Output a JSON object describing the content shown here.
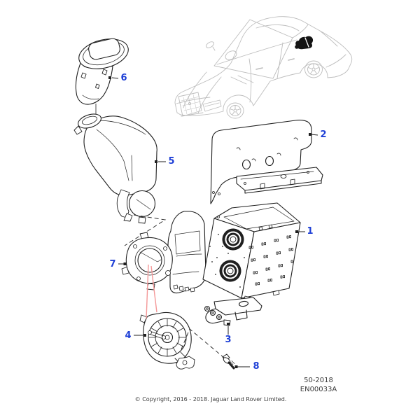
{
  "diagram": {
    "callouts": [
      {
        "label": "1"
      },
      {
        "label": "2"
      },
      {
        "label": "3"
      },
      {
        "label": "4"
      },
      {
        "label": "5"
      },
      {
        "label": "6"
      },
      {
        "label": "7"
      },
      {
        "label": "8"
      }
    ],
    "footer": {
      "copyright": "© Copyright, 2016 - 2018. Jaguar Land Rover Limited.",
      "doc_code": "50-2018",
      "drawing_id": "EN00033A"
    },
    "colors": {
      "callout_blue": "#1e3fd6",
      "line_black": "#1f1f1f",
      "car_gray": "#bdbdbd",
      "highlight_pink": "#f49898",
      "marker_black": "#141414",
      "footer_text": "#3a3a3a",
      "background": "#ffffff"
    }
  }
}
